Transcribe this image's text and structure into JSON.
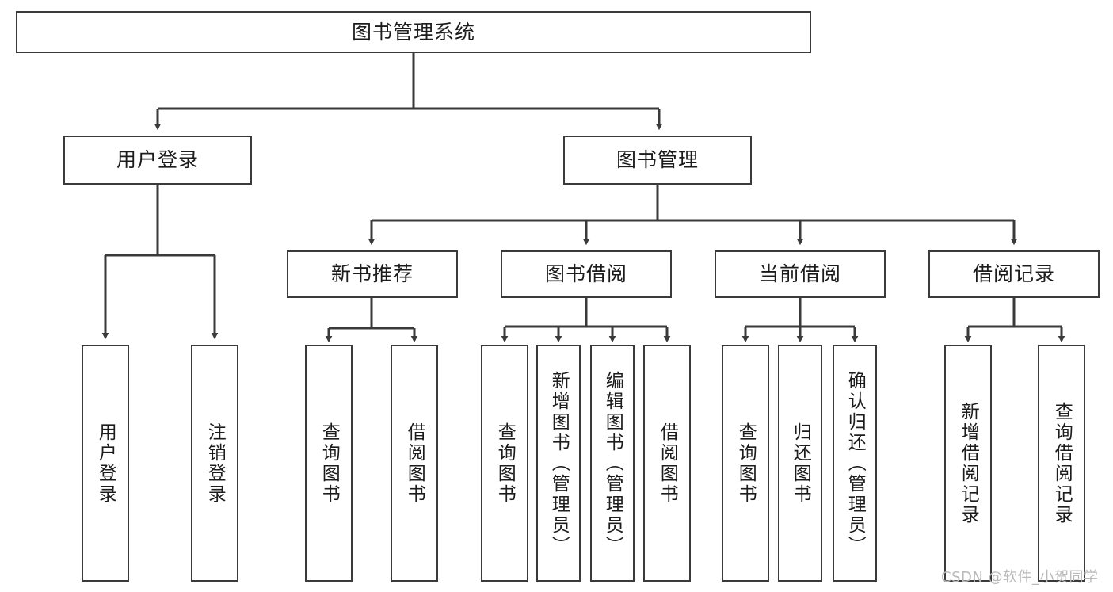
{
  "diagram": {
    "title": "图书管理系统",
    "type": "hierarchy-tree",
    "watermark": "CSDN @软件_小贺同学",
    "accent_border_color": "#3a3a3a",
    "background_color": "#ffffff",
    "text_color": "#1c1c1c",
    "watermark_color": "#b9b9b9"
  },
  "nodes": {
    "root": {
      "label": "图书管理系统",
      "level": 1,
      "orientation": "horizontal"
    },
    "l2": [
      {
        "id": "user-login",
        "label": "用户登录",
        "level": 2,
        "orientation": "horizontal"
      },
      {
        "id": "book-manage",
        "label": "图书管理",
        "level": 2,
        "orientation": "horizontal"
      }
    ],
    "l3": [
      {
        "id": "new-book-rec",
        "label": "新书推荐",
        "level": 3,
        "orientation": "horizontal"
      },
      {
        "id": "book-borrow",
        "label": "图书借阅",
        "level": 3,
        "orientation": "horizontal"
      },
      {
        "id": "current-borrow",
        "label": "当前借阅",
        "level": 3,
        "orientation": "horizontal"
      },
      {
        "id": "borrow-record",
        "label": "借阅记录",
        "level": 3,
        "orientation": "horizontal"
      }
    ],
    "leaves": [
      {
        "id": "leaf-user-login",
        "label": "用户登录",
        "parent": "user-login",
        "orientation": "vertical"
      },
      {
        "id": "leaf-user-logout",
        "label": "注销登录",
        "parent": "user-login",
        "orientation": "vertical"
      },
      {
        "id": "leaf-query-book-1",
        "label": "查询图书",
        "parent": "new-book-rec",
        "orientation": "vertical"
      },
      {
        "id": "leaf-borrow-book-1",
        "label": "借阅图书",
        "parent": "new-book-rec",
        "orientation": "vertical"
      },
      {
        "id": "leaf-query-book-2",
        "label": "查询图书",
        "parent": "book-borrow",
        "orientation": "vertical"
      },
      {
        "id": "leaf-add-book",
        "label": "新增图书（管理员）",
        "parent": "book-borrow",
        "orientation": "vertical"
      },
      {
        "id": "leaf-edit-book",
        "label": "编辑图书（管理员）",
        "parent": "book-borrow",
        "orientation": "vertical"
      },
      {
        "id": "leaf-borrow-book-2",
        "label": "借阅图书",
        "parent": "book-borrow",
        "orientation": "vertical"
      },
      {
        "id": "leaf-query-book-3",
        "label": "查询图书",
        "parent": "current-borrow",
        "orientation": "vertical"
      },
      {
        "id": "leaf-return-book",
        "label": "归还图书",
        "parent": "current-borrow",
        "orientation": "vertical"
      },
      {
        "id": "leaf-confirm-return",
        "label": "确认归还（管理员）",
        "parent": "current-borrow",
        "orientation": "vertical"
      },
      {
        "id": "leaf-add-record",
        "label": "新增借阅记录",
        "parent": "borrow-record",
        "orientation": "vertical"
      },
      {
        "id": "leaf-query-record",
        "label": "查询借阅记录",
        "parent": "borrow-record",
        "orientation": "vertical"
      }
    ]
  }
}
